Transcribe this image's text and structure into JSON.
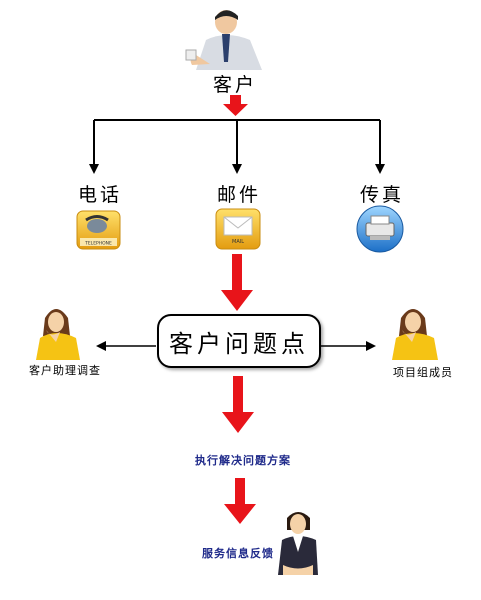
{
  "customer": {
    "label": "客户"
  },
  "channels": {
    "phone": {
      "label": "电话",
      "icon_text": "TELEPHONE"
    },
    "mail": {
      "label": "邮件",
      "icon_text": "MAIL"
    },
    "fax": {
      "label": "传真"
    }
  },
  "center": {
    "label": "客户问题点"
  },
  "left_branch": {
    "label": "客户助理调查"
  },
  "right_branch": {
    "label": "项目组成员"
  },
  "step_execute": {
    "label": "执行解决问题方案"
  },
  "step_feedback": {
    "label": "服务信息反馈"
  },
  "colors": {
    "arrow_red": "#e8141a",
    "line_black": "#000000",
    "step_text_blue": "#1f2a8a",
    "icon_gold": "#f2b21a",
    "person_yellow": "#f5c314"
  },
  "icons": [
    "customer-person-icon",
    "telephone-icon",
    "mail-icon",
    "fax-icon",
    "assistant-person-icon",
    "team-member-icon",
    "service-person-icon"
  ]
}
